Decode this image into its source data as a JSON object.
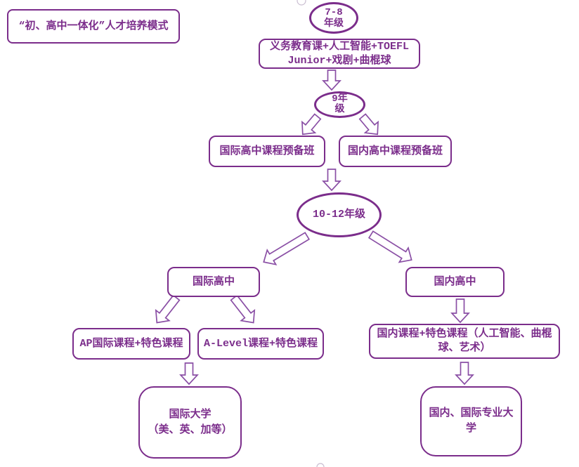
{
  "diagram": {
    "title": "“初、高中一体化”人才培养模式",
    "colors": {
      "primary": "#7B2D8B",
      "arrow": "#8A4FA5",
      "background": "#FFFFFF"
    },
    "nodes": {
      "grade_7_8": {
        "lines": [
          "7-8",
          "年级"
        ]
      },
      "compulsory_courses": {
        "lines": [
          "义务教育课+人工智能+TOEFL",
          "Junior+戏剧+曲棍球"
        ]
      },
      "grade_9": {
        "lines": [
          "9年",
          "级"
        ]
      },
      "intl_prep": {
        "label": "国际高中课程预备班"
      },
      "domestic_prep": {
        "label": "国内高中课程预备班"
      },
      "grade_10_12": {
        "label": "10-12年级"
      },
      "intl_high": {
        "label": "国际高中"
      },
      "domestic_high": {
        "label": "国内高中"
      },
      "ap_course": {
        "label": "AP国际课程+特色课程"
      },
      "alevel_course": {
        "label": "A-Level课程+特色课程"
      },
      "domestic_course": {
        "lines": [
          "国内课程+特色课程（人工智能、曲棍",
          "球、艺术）"
        ]
      },
      "intl_university": {
        "lines": [
          "国际大学",
          "（美、英、加等）"
        ]
      },
      "domestic_university": {
        "lines": [
          "国内、国际专业大",
          "学"
        ]
      }
    }
  }
}
